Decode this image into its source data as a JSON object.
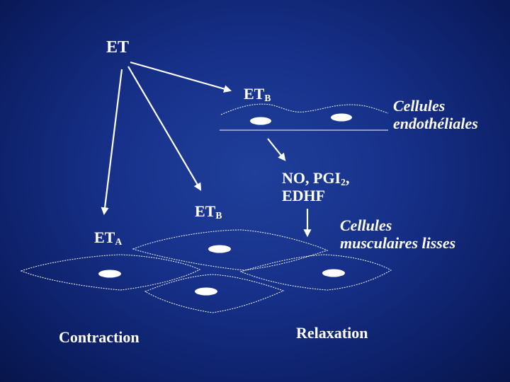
{
  "slide": {
    "background": "#17318a",
    "labels": {
      "et": "ET",
      "etb_top": {
        "main": "ET",
        "sub": "B"
      },
      "etb_mid": {
        "main": "ET",
        "sub": "B"
      },
      "eta": {
        "main": "ET",
        "sub": "A"
      },
      "endothelial_line1": "Cellules",
      "endothelial_line2": "endothéliales",
      "mediators_line1_a": "NO, PGI",
      "mediators_line1_sub": "2",
      "mediators_line1_b": ",",
      "mediators_line2": "EDHF",
      "smooth_line1": "Cellules",
      "smooth_line2": "musculaires lisses",
      "contraction": "Contraction",
      "relaxation": "Relaxation"
    }
  }
}
